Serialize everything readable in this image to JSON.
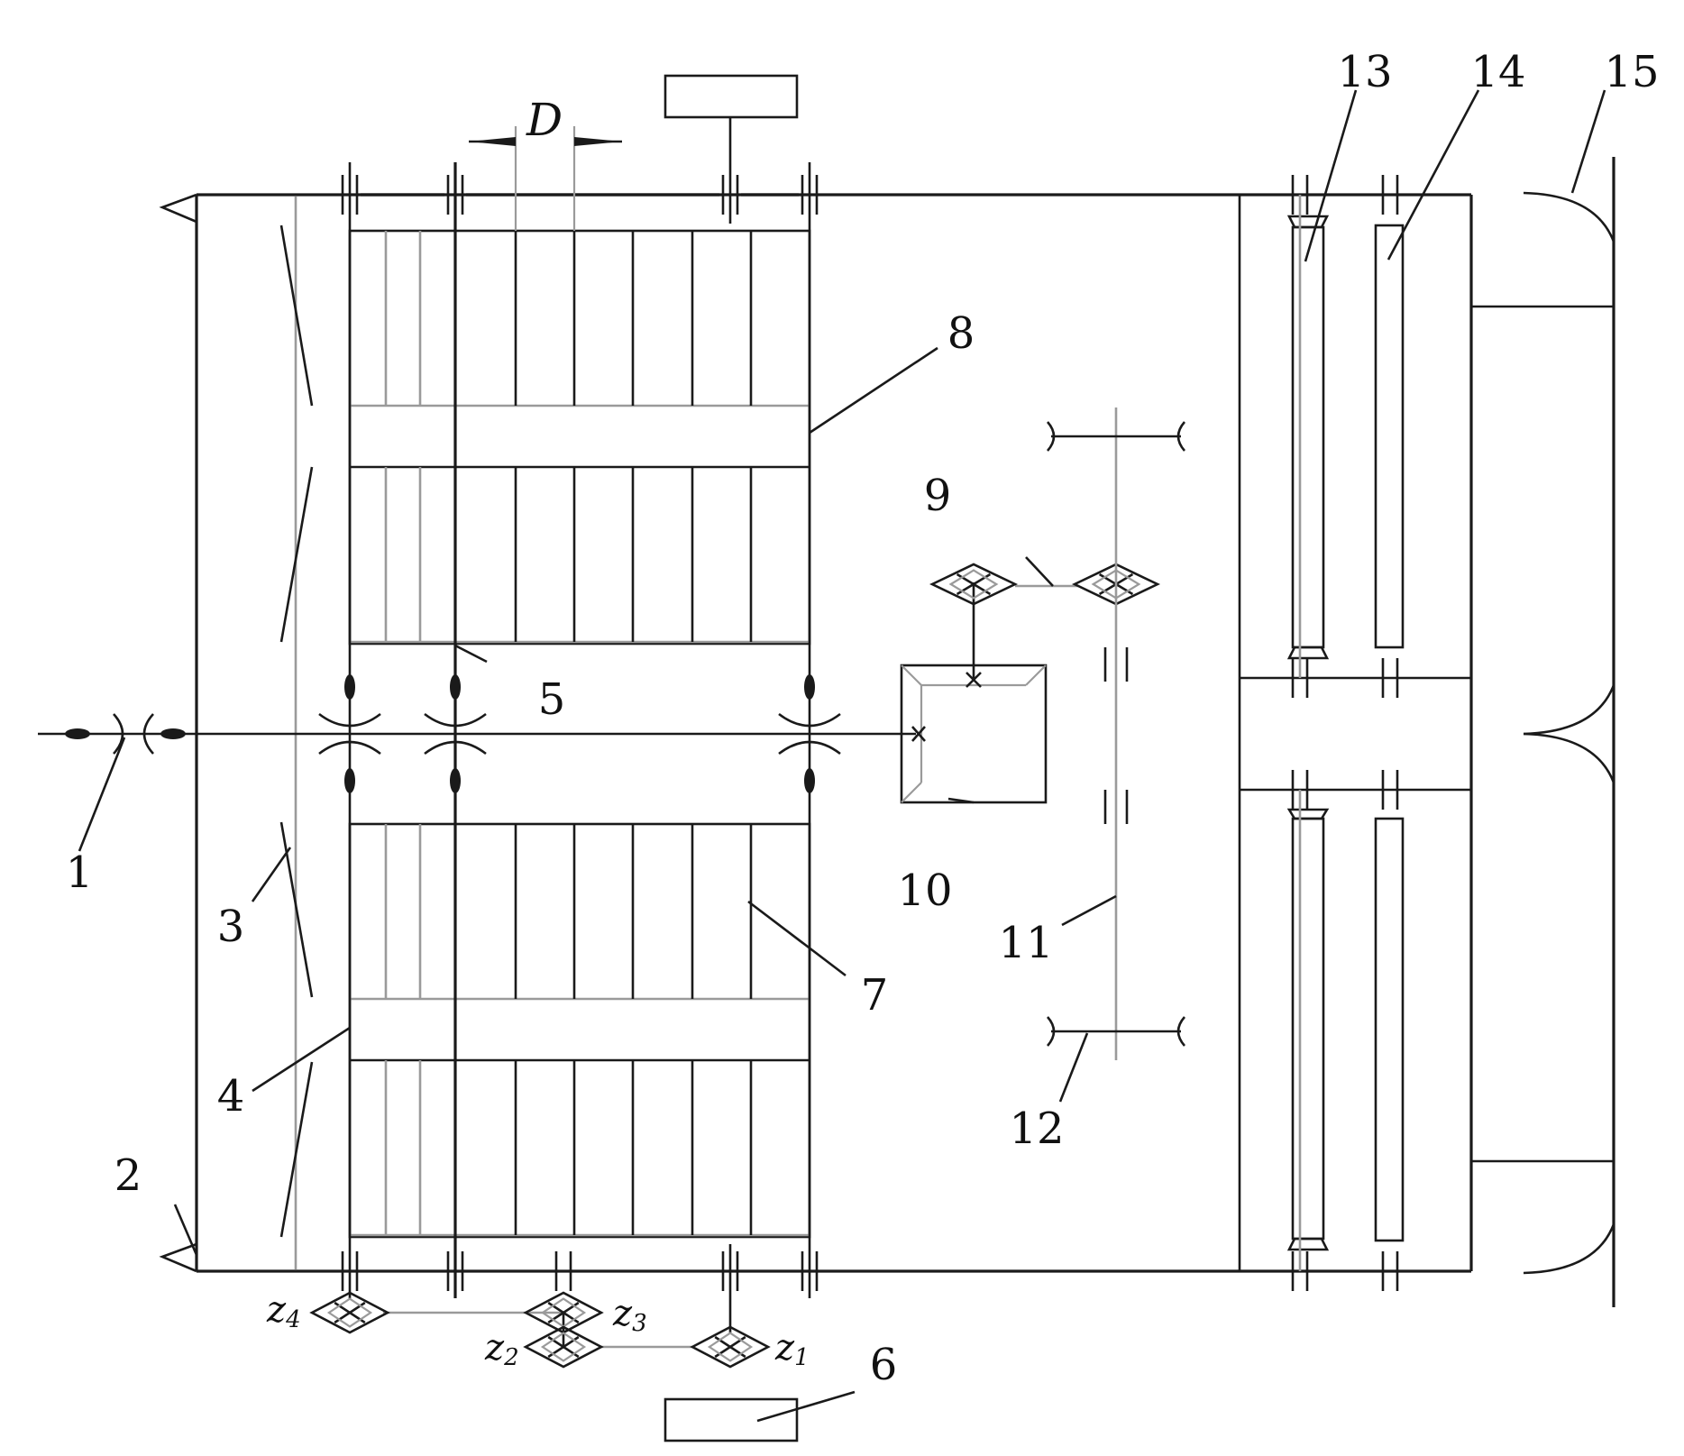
{
  "figure": {
    "dimension_label": "D",
    "part_labels": [
      "1",
      "2",
      "3",
      "4",
      "5",
      "6",
      "7",
      "8",
      "9",
      "10",
      "11",
      "12",
      "13",
      "14",
      "15"
    ],
    "gear_labels": [
      {
        "letter": "z",
        "sub": "4"
      },
      {
        "letter": "z",
        "sub": "3"
      },
      {
        "letter": "z",
        "sub": "2"
      },
      {
        "letter": "z",
        "sub": "1"
      }
    ]
  },
  "colors": {
    "line": "#1a1a1a",
    "secondary": "#9a9a9a",
    "background": "#ffffff"
  }
}
